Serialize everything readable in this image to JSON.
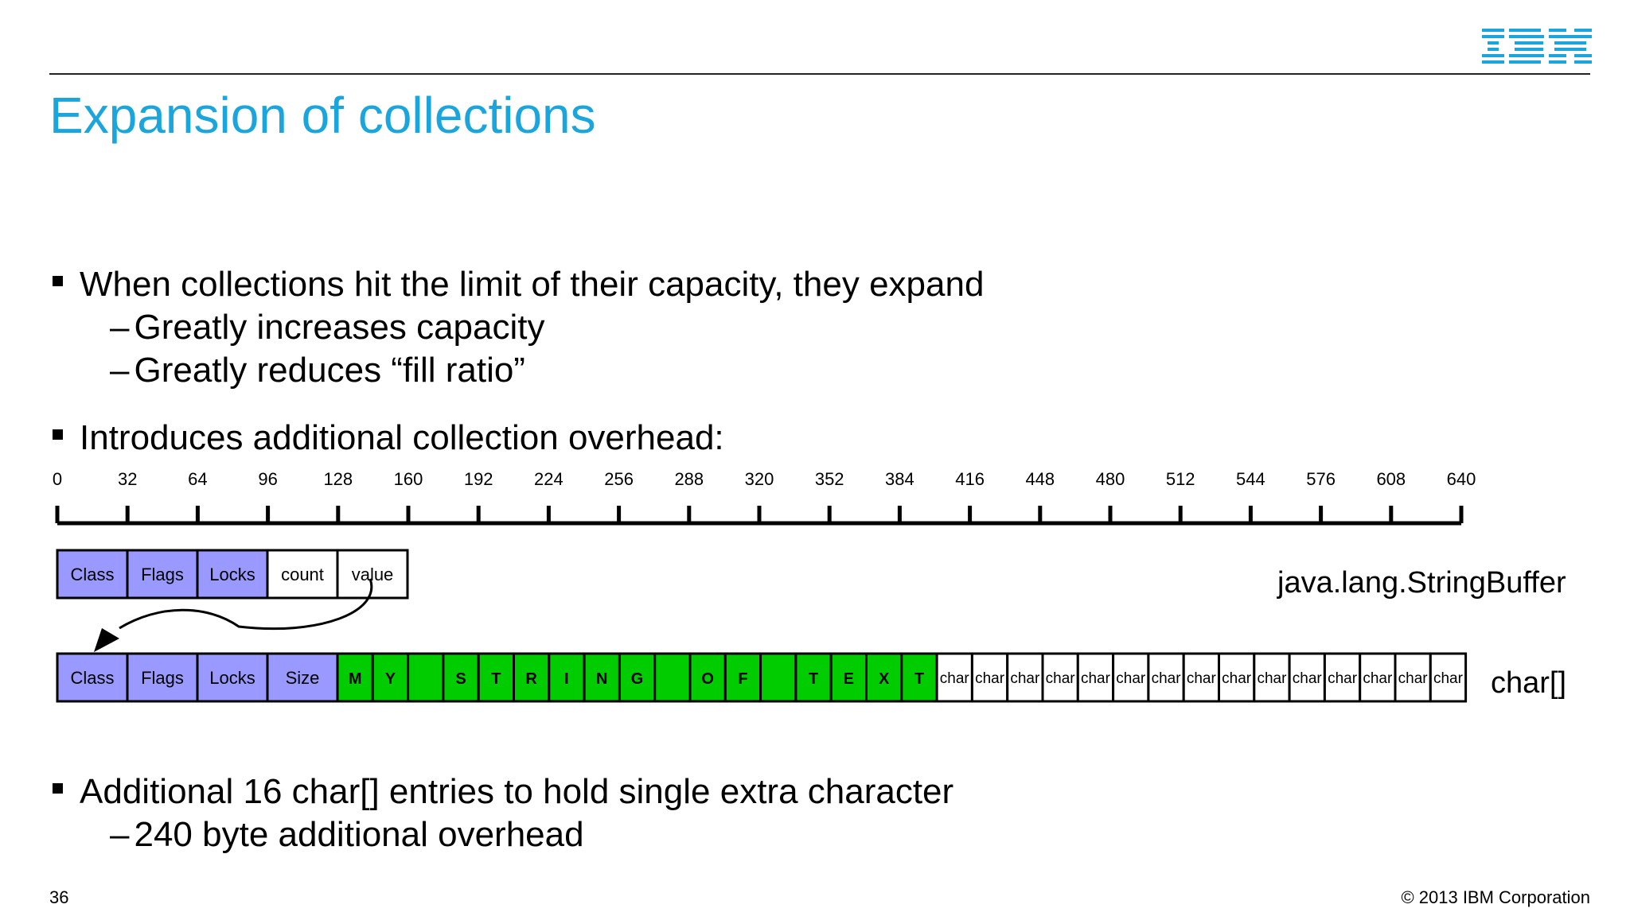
{
  "header": {
    "title": "Expansion of collections",
    "logo_text": "IBM",
    "logo_color": "#1aa6dd"
  },
  "bullets": {
    "b1": "When collections hit the limit of their capacity, they expand",
    "b1_sub1": "Greatly increases capacity",
    "b1_sub2": "Greatly reduces “fill ratio”",
    "b2": "Introduces additional collection overhead:",
    "b3": "Additional 16 char[] entries to hold single extra character",
    "b3_sub1": "240 byte additional overhead",
    "dash": "–"
  },
  "diagram": {
    "ruler_ticks": [
      "0",
      "32",
      "64",
      "96",
      "128",
      "160",
      "192",
      "224",
      "256",
      "288",
      "320",
      "352",
      "384",
      "416",
      "448",
      "480",
      "512",
      "544",
      "576",
      "608",
      "640"
    ],
    "stringbuffer_fields": [
      "Class",
      "Flags",
      "Locks",
      "count",
      "value"
    ],
    "stringbuffer_label": "java.lang.StringBuffer",
    "chararray_header": [
      "Class",
      "Flags",
      "Locks",
      "Size"
    ],
    "chararray_chars": [
      "M",
      "Y",
      "",
      "S",
      "T",
      "R",
      "I",
      "N",
      "G",
      "",
      "O",
      "F",
      "",
      "T",
      "E",
      "X",
      "T"
    ],
    "chararray_empty": [
      "char",
      "char",
      "char",
      "char",
      "char",
      "char",
      "char",
      "char",
      "char",
      "char",
      "char",
      "char",
      "char",
      "char",
      "char"
    ],
    "chararray_label": "char[]",
    "colors": {
      "header_fill": "#9999ff",
      "char_fill": "#00cc00",
      "empty_fill": "#ffffff"
    }
  },
  "footer": {
    "page_number": "36",
    "copyright": "© 2013 IBM Corporation"
  }
}
